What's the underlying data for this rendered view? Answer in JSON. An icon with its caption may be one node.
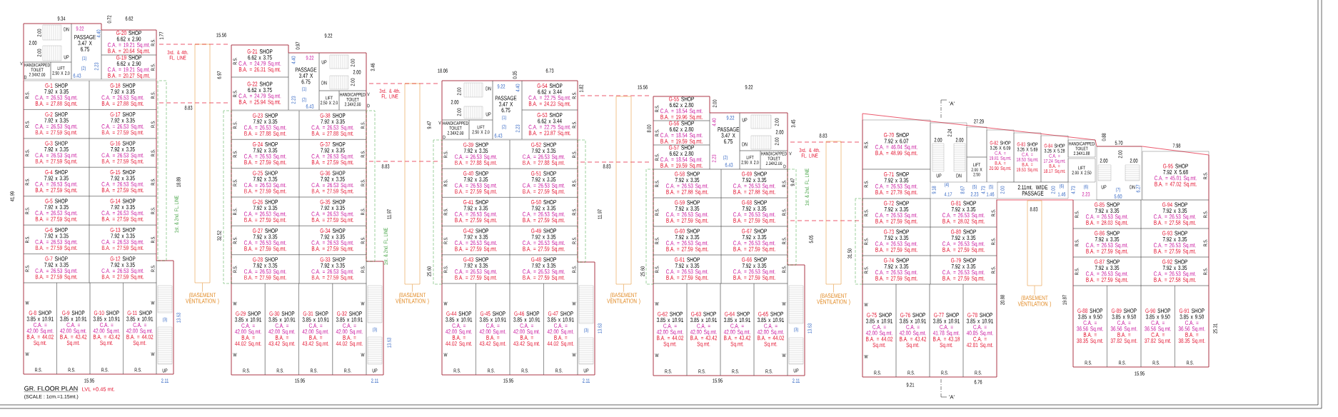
{
  "diagram": {
    "title": "GR. FLOOR PLAN",
    "nodes": [
      {
        "text": [
          "PASSAGE",
          "3.47 X 6.75"
        ]
      },
      {
        "text": [
          "HANDICAPPED TOILET",
          "2.34X2.00"
        ]
      },
      {
        "text": [
          "LIFT",
          "2.50 X 2.0"
        ]
      },
      {
        "text": [
          "G-20",
          "SHOP",
          "6.62 x 2.90",
          "C.A. = 19.21 Sq.mt.",
          "B.A. = 20.64 Sq.mt.",
          "R.S."
        ]
      },
      {
        "text": [
          "G-19",
          "SHOP",
          "6.62 x 2.90",
          "C.A. = 19.21 Sq.mt.",
          "B.A. = 20.27 Sq.mt.",
          "R.S."
        ]
      },
      {
        "text": [
          "G-1",
          "SHOP",
          "7.92 x 3.35",
          "C.A. = 26.53 Sq.mt.",
          "B.A. = 27.88 Sq.mt.",
          "R.S."
        ]
      },
      {
        "text": [
          "G-18",
          "SHOP",
          "7.92 x 3.35",
          "C.A. = 26.53 Sq.mt.",
          "B.A. = 27.88 Sq.mt.",
          "R.S."
        ]
      },
      {
        "text": [
          "G-2",
          "SHOP",
          "7.92 x 3.35",
          "C.A. = 26.53 Sq.mt.",
          "B.A. = 27.59 Sq.mt.",
          "R.S."
        ]
      },
      {
        "text": [
          "G-17",
          "SHOP",
          "7.92 x 3.35",
          "C.A. = 26.53 Sq.mt.",
          "B.A. = 27.59 Sq.mt.",
          "R.S."
        ]
      },
      {
        "text": [
          "G-3",
          "SHOP",
          "7.92 x 3.35",
          "C.A. = 26.53 Sq.mt.",
          "B.A. = 27.59 Sq.mt.",
          "R.S."
        ]
      },
      {
        "text": [
          "G-16",
          "SHOP",
          "7.92 x 3.35",
          "C.A. = 26.53 Sq.mt.",
          "B.A. = 27.59 Sq.mt.",
          "R.S."
        ]
      },
      {
        "text": [
          "G-4",
          "SHOP",
          "7.92 x 3.35",
          "C.A. = 26.53 Sq.mt.",
          "B.A. = 27.59 Sq.mt.",
          "R.S."
        ]
      },
      {
        "text": [
          "G-15",
          "SHOP",
          "7.92 x 3.35",
          "C.A. = 26.53 Sq.mt.",
          "B.A. = 27.59 Sq.mt.",
          "R.S."
        ]
      },
      {
        "text": [
          "G-5",
          "SHOP",
          "7.92 x 3.35",
          "C.A. = 26.53 Sq.mt.",
          "B.A. = 27.59 Sq.mt.",
          "R.S."
        ]
      },
      {
        "text": [
          "G-14",
          "SHOP",
          "7.92 x 3.35",
          "C.A. = 26.53 Sq.mt.",
          "B.A. = 27.59 Sq.mt.",
          "R.S."
        ]
      },
      {
        "text": [
          "G-6",
          "SHOP",
          "7.92 x 3.35",
          "C.A. = 26.53 Sq.mt.",
          "B.A. = 27.59 Sq.mt.",
          "R.S."
        ]
      },
      {
        "text": [
          "G-13",
          "SHOP",
          "7.92 x 3.35",
          "C.A. = 26.53 Sq.mt.",
          "B.A. = 27.59 Sq.mt.",
          "R.S."
        ]
      },
      {
        "text": [
          "G-7",
          "SHOP",
          "7.92 x 3.35",
          "C.A. = 26.53 Sq.mt.",
          "B.A. = 27.59 Sq.mt.",
          "R.S."
        ]
      },
      {
        "text": [
          "G-12",
          "SHOP",
          "7.92 x 3.35",
          "C.A. = 26.53 Sq.mt.",
          "B.A. = 27.59 Sq.mt.",
          "R.S."
        ]
      },
      {
        "text": [
          "G-8",
          "SHOP",
          "3.85 x 10.91",
          "C.A. = 42.00 Sq.mt.",
          "B.A. = 44.02 Sq.mt.",
          "R.S.",
          "W",
          "W"
        ]
      },
      {
        "text": [
          "G-9",
          "SHOP",
          "3.85 x 10.91",
          "C.A. = 42.00 Sq.mt.",
          "B.A. = 43.42 Sq.mt.",
          "R.S."
        ]
      },
      {
        "text": [
          "G-10",
          "SHOP",
          "3.85 x 10.91",
          "C.A. = 42.00 Sq.mt.",
          "B.A. = 43.42 Sq.mt.",
          "R.S."
        ]
      },
      {
        "text": [
          "G-11",
          "SHOP",
          "3.85 x 10.91",
          "C.A. = 42.00 Sq.mt.",
          "B.A. = 44.02 Sq.mt.",
          "R.S.",
          "W",
          "W"
        ]
      },
      {
        "text": [],
        "shape": "box"
      },
      {
        "text": [
          "(BASEMENT VENTILATION )"
        ]
      },
      {
        "text": [
          "G-21",
          "SHOP",
          "6.62 x 3.75",
          "C.A. = 24.79 Sq.mt.",
          "B.A. = 26.31 Sq.mt.",
          "R.S."
        ]
      },
      {
        "text": [
          "G-22",
          "SHOP",
          "6.62 x 3.75",
          "C.A. = 24.79 Sq.mt.",
          "B.A. = 25.94 Sq.mt.",
          "R.S."
        ]
      },
      {
        "text": [
          "PASSAGE",
          "3.47 X 6.75"
        ]
      },
      {
        "text": [
          "LIFT",
          "2.50 X 2.0"
        ]
      },
      {
        "text": [
          "HANDICAPPED TOILET",
          "2.34X2.00"
        ]
      },
      {
        "text": [
          "G-23",
          "SHOP",
          "7.92 x 3.35",
          "C.A. = 26.53 Sq.mt.",
          "B.A. = 27.88 Sq.mt.",
          "R.S."
        ]
      },
      {
        "text": [
          "G-38",
          "SHOP",
          "7.92 x 3.35",
          "C.A. = 26.53 Sq.mt.",
          "B.A. = 27.88 Sq.mt.",
          "R.S."
        ]
      },
      {
        "text": [
          "G-24",
          "SHOP",
          "7.92 x 3.35",
          "C.A. = 26.53 Sq.mt.",
          "B.A. = 27.59 Sq.mt.",
          "R.S."
        ]
      },
      {
        "text": [
          "G-37",
          "SHOP",
          "7.92 x 3.35",
          "C.A. = 26.53 Sq.mt.",
          "B.A. = 27.59 Sq.mt.",
          "R.S."
        ]
      },
      {
        "text": [
          "G-25",
          "SHOP",
          "7.92 x 3.35",
          "C.A. = 26.53 Sq.mt.",
          "B.A. = 27.59 Sq.mt.",
          "R.S."
        ]
      },
      {
        "text": [
          "G-36",
          "SHOP",
          "7.92 x 3.35",
          "C.A. = 26.53 Sq.mt.",
          "B.A. = 27.59 Sq.mt.",
          "R.S."
        ]
      },
      {
        "text": [
          "G-26",
          "SHOP",
          "7.92 x 3.35",
          "C.A. = 26.53 Sq.mt.",
          "B.A. = 27.59 Sq.mt.",
          "R.S."
        ]
      },
      {
        "text": [
          "G-35",
          "SHOP",
          "7.92 x 3.35",
          "C.A. = 26.53 Sq.mt.",
          "B.A. = 27.59 Sq.mt.",
          "R.S."
        ]
      },
      {
        "text": [
          "G-27",
          "SHOP",
          "7.92 x 3.35",
          "C.A. = 26.53 Sq.mt.",
          "B.A. = 27.59 Sq.mt.",
          "R.S."
        ]
      },
      {
        "text": [
          "G-34",
          "SHOP",
          "7.92 x 3.35",
          "C.A. = 26.53 Sq.mt.",
          "B.A. = 27.59 Sq.mt.",
          "R.S."
        ]
      },
      {
        "text": [
          "G-28",
          "SHOP",
          "7.92 x 3.35",
          "C.A. = 26.53 Sq.mt.",
          "B.A. = 27.59 Sq.mt.",
          "R.S."
        ]
      },
      {
        "text": [
          "G-33",
          "SHOP",
          "7.92 x 3.35",
          "C.A. = 26.53 Sq.mt.",
          "B.A. = 27.59 Sq.mt.",
          "R.S."
        ]
      },
      {
        "text": [
          "G-29",
          "SHOP",
          "3.85 x 10.91",
          "C.A. = 42.00 Sq.mt.",
          "B.A. = 44.02 Sq.mt.",
          "R.S.",
          "W",
          "W"
        ]
      },
      {
        "text": [
          "G-30",
          "SHOP",
          "3.85 x 10.91",
          "C.A. = 42.00 Sq.mt.",
          "B.A. = 43.42 Sq.mt.",
          "R.S."
        ]
      },
      {
        "text": [
          "G-31",
          "SHOP",
          "3.85 x 10.91",
          "C.A. = 42.00 Sq.mt.",
          "B.A. = 43.42 Sq.mt.",
          "R.S."
        ]
      },
      {
        "text": [
          "G-32",
          "SHOP",
          "3.85 x 10.91",
          "C.A. = 42.00 Sq.mt.",
          "B.A. = 44.02 Sq.mt.",
          "R.S.",
          "W",
          "W"
        ]
      },
      {
        "text": [],
        "shape": "box"
      },
      {
        "text": [
          "(BASEMENT VENTILATION )"
        ]
      },
      {
        "text": [
          "PASSAGE",
          "3.47 X 6.75"
        ]
      },
      {
        "text": [
          "HANDICAPPED TOILET",
          "2.34X2.00"
        ]
      },
      {
        "text": [
          "LIFT",
          "2.50 X 2.0"
        ]
      },
      {
        "text": [
          "G-54",
          "SHOP",
          "6.62 x 3.44",
          "C.A. = 22.75 Sq.mt.",
          "B.A. = 24.23 Sq.mt.",
          "R.S."
        ]
      },
      {
        "text": [
          "G-53",
          "SHOP",
          "6.62 x 3.44",
          "C.A. = 22.75 Sq.mt.",
          "B.A. = 23.87 Sq.mt.",
          "R.S."
        ]
      },
      {
        "text": [
          "G-39",
          "SHOP",
          "7.92 x 3.35",
          "C.A. = 26.53 Sq.mt.",
          "B.A. = 27.88 Sq.mt.",
          "R.S."
        ]
      },
      {
        "text": [
          "G-52",
          "SHOP",
          "7.92 x 3.35",
          "C.A. = 26.53 Sq.mt.",
          "B.A. = 27.88 Sq.mt.",
          "R.S."
        ]
      },
      {
        "text": [
          "G-40",
          "SHOP",
          "7.92 x 3.35",
          "C.A. = 26.53 Sq.mt.",
          "B.A. = 27.59 Sq.mt.",
          "R.S."
        ]
      },
      {
        "text": [
          "G-51",
          "SHOP",
          "7.92 x 3.35",
          "C.A. = 26.53 Sq.mt.",
          "B.A. = 27.59 Sq.mt.",
          "R.S."
        ]
      },
      {
        "text": [
          "G-41",
          "SHOP",
          "7.92 x 3.35",
          "C.A. = 26.53 Sq.mt.",
          "B.A. = 27.59 Sq.mt.",
          "R.S."
        ]
      },
      {
        "text": [
          "G-50",
          "SHOP",
          "7.92 x 3.35",
          "C.A. = 26.53 Sq.mt.",
          "B.A. = 27.59 Sq.mt.",
          "R.S."
        ]
      },
      {
        "text": [
          "G-42",
          "SHOP",
          "7.92 x 3.35",
          "C.A. = 26.53 Sq.mt.",
          "B.A. = 27.59 Sq.mt.",
          "R.S."
        ]
      },
      {
        "text": [
          "G-49",
          "SHOP",
          "7.92 x 3.35",
          "C.A. = 26.53 Sq.mt.",
          "B.A. = 27.59 Sq.mt.",
          "R.S."
        ]
      },
      {
        "text": [
          "G-43",
          "SHOP",
          "7.92 x 3.35",
          "C.A. = 26.53 Sq.mt.",
          "B.A. = 27.59 Sq.mt.",
          "R.S."
        ]
      },
      {
        "text": [
          "G-48",
          "SHOP",
          "7.92 x 3.35",
          "C.A. = 26.53 Sq.mt.",
          "B.A. = 27.59 Sq.mt.",
          "R.S."
        ]
      },
      {
        "text": [
          "G-44",
          "SHOP",
          "3.85 x 10.91",
          "C.A. = 42.00 Sq.mt.",
          "B.A. = 44.02 Sq.mt.",
          "R.S.",
          "W",
          "W"
        ]
      },
      {
        "text": [
          "G-45",
          "SHOP",
          "3.85 x 10.91",
          "C.A. = 42.00 Sq.mt.",
          "B.A. = 43.42 Sq.mt.",
          "R.S."
        ]
      },
      {
        "text": [
          "G-46",
          "SHOP",
          "3.85 x 10.91",
          "C.A. = 42.00 Sq.mt.",
          "B.A. = 43.42 Sq.mt.",
          "R.S."
        ]
      },
      {
        "text": [
          "G-47",
          "SHOP",
          "3.85 x 10.91",
          "C.A. = 42.00 Sq.mt.",
          "B.A. = 44.02 Sq.mt.",
          "R.S.",
          "W",
          "W"
        ]
      },
      {
        "text": [],
        "shape": "box"
      },
      {
        "text": [
          "(BASEMENT VENTILATION )"
        ]
      },
      {
        "text": [
          "G-55",
          "SHOP",
          "6.62 x 2.80",
          "C.A. = 18.54 Sq.mt.",
          "B.A. = 19.96 Sq.mt.",
          "R.S."
        ]
      },
      {
        "text": [
          "G-56",
          "SHOP",
          "6.62 x 2.80",
          "C.A. = 18.54 Sq.mt.",
          "B.A. = 19.59 Sq.mt.",
          "R.S."
        ]
      },
      {
        "text": [
          "G-57",
          "SHOP",
          "6.62 x 2.80",
          "C.A. = 18.54 Sq.mt.",
          "B.A. = 19.59 Sq.mt.",
          "R.S."
        ]
      },
      {
        "text": [
          "PASSAGE",
          "3.47 X 6.75"
        ]
      },
      {
        "text": [
          "LIFT",
          "2.50 X 2.0"
        ]
      },
      {
        "text": [
          "HANDICAPPED TOILET",
          "2.34X2.00"
        ]
      },
      {
        "text": [
          "G-58",
          "SHOP",
          "7.92 x 3.35",
          "C.A. = 26.53 Sq.mt.",
          "B.A. = 27.88 Sq.mt.",
          "R.S."
        ]
      },
      {
        "text": [
          "G-69",
          "SHOP",
          "7.92 x 3.35",
          "C.A. = 26.53 Sq.mt.",
          "B.A. = 27.88 Sq.mt.",
          "R.S."
        ]
      },
      {
        "text": [
          "G-59",
          "SHOP",
          "7.92 x 3.35",
          "C.A. = 26.53 Sq.mt.",
          "B.A. = 27.59 Sq.mt.",
          "R.S."
        ]
      },
      {
        "text": [
          "G-68",
          "SHOP",
          "7.92 x 3.35",
          "C.A. = 26.53 Sq.mt.",
          "B.A. = 27.59 Sq.mt.",
          "R.S."
        ]
      },
      {
        "text": [
          "G-60",
          "SHOP",
          "7.92 x 3.35",
          "C.A. = 26.53 Sq.mt.",
          "B.A. = 27.59 Sq.mt.",
          "R.S."
        ]
      },
      {
        "text": [
          "G-67",
          "SHOP",
          "7.92 x 3.35",
          "C.A. = 26.53 Sq.mt.",
          "B.A. = 27.59 Sq.mt.",
          "R.S."
        ]
      },
      {
        "text": [
          "G-61",
          "SHOP",
          "7.92 x 3.35",
          "C.A. = 26.53 Sq.mt.",
          "B.A. = 27.59 Sq.mt.",
          "R.S."
        ]
      },
      {
        "text": [
          "G-66",
          "SHOP",
          "7.92 x 3.35",
          "C.A. = 26.53 Sq.mt.",
          "B.A. = 27.59 Sq.mt.",
          "R.S."
        ]
      },
      {
        "text": [
          "G-62",
          "SHOP",
          "3.85 x 10.91",
          "C.A. = 42.00 Sq.mt.",
          "B.A. = 44.02 Sq.mt.",
          "R.S.",
          "W",
          "W"
        ]
      },
      {
        "text": [
          "G-63",
          "SHOP",
          "3.85 x 10.91",
          "C.A. = 42.00 Sq.mt.",
          "B.A. = 43.42 Sq.mt.",
          "R.S."
        ]
      },
      {
        "text": [
          "G-64",
          "SHOP",
          "3.85 x 10.91",
          "C.A. = 42.00 Sq.mt.",
          "B.A. = 43.42 Sq.mt.",
          "R.S."
        ]
      },
      {
        "text": [
          "G-65",
          "SHOP",
          "3.85 x 10.91",
          "C.A. = 42.00 Sq.mt.",
          "B.A. = 44.02 Sq.mt.",
          "R.S.",
          "W",
          "W"
        ]
      },
      {
        "text": [],
        "shape": "box"
      },
      {
        "text": [
          "(BASEMENT VENTILATION )"
        ]
      },
      {
        "text": [
          "G-70",
          "SHOP",
          "7.92 x 6.07",
          "C.A. = 46.04 Sq.mt.",
          "B.A. = 48.99 Sq.mt.",
          "R.S."
        ]
      },
      {
        "text": [
          "G-71",
          "SHOP",
          "7.92 x 3.35",
          "C.A. = 26.53 Sq.mt.",
          "B.A. = 27.78 Sq.mt.",
          "R.S."
        ]
      },
      {
        "text": [
          "LIFT",
          "2.00 X 2.50"
        ]
      },
      {
        "text": [
          "G-82",
          "SHOP",
          "3.26 X 6.09",
          "C.A. = 19.81 Sq.mt.",
          "B.A. = 20.90 Sq.mt."
        ]
      },
      {
        "text": [
          "G-83",
          "SHOP",
          "3.26 X 5.69",
          "C.A. = 18.53 Sq.mt.",
          "B.A. = 19.53 Sq.mt."
        ]
      },
      {
        "text": [
          "G-84",
          "SHOP",
          "3.26 X 5.28",
          "C.A. = 17.24 Sq.mt.",
          "B.A. = 18.17 Sq.mt."
        ]
      },
      {
        "text": [
          "HANDICAPPED TOILET",
          "2.34X1.88"
        ]
      },
      {
        "text": [
          "LIFT",
          "2.00 X 2.50"
        ]
      },
      {
        "text": [
          "2.11mt. WIDE PASSAGE"
        ]
      },
      {
        "text": [
          "G-72",
          "SHOP",
          "7.92 x 3.35",
          "C.A. = 26.53 Sq.mt.",
          "B.A. = 27.59 Sq.mt.",
          "R.S."
        ]
      },
      {
        "text": [
          "G-81",
          "SHOP",
          "7.92 x 3.35",
          "C.A. = 26.53 Sq.mt.",
          "B.A. = 28.02 Sq.mt.",
          "R.S."
        ]
      },
      {
        "text": [
          "G-73",
          "SHOP",
          "7.92 x 3.35",
          "C.A. = 26.53 Sq.mt.",
          "B.A. = 27.59 Sq.mt.",
          "R.S."
        ]
      },
      {
        "text": [
          "G-80",
          "SHOP",
          "7.92 x 3.35",
          "C.A. = 26.53 Sq.mt.",
          "B.A. = 27.59 Sq.mt.",
          "R.S."
        ]
      },
      {
        "text": [
          "G-74",
          "SHOP",
          "7.92 x 3.35",
          "C.A. = 26.53 Sq.mt.",
          "B.A. = 27.59 Sq.mt.",
          "R.S."
        ]
      },
      {
        "text": [
          "G-79",
          "SHOP",
          "7.92 x 3.35",
          "C.A. = 26.53 Sq.mt.",
          "B.A. = 27.59 Sq.mt.",
          "R.S."
        ]
      },
      {
        "text": [
          "G-75",
          "SHOP",
          "3.85 x 10.91",
          "C.A. = 42.00 Sq.mt.",
          "B.A. = 44.02 Sq.mt.",
          "R.S.",
          "W",
          "W"
        ]
      },
      {
        "text": [
          "G-76",
          "SHOP",
          "3.85 x 10.91",
          "C.A. = 42.00 Sq.mt.",
          "B.A. = 43.42 Sq.mt.",
          "R.S."
        ]
      },
      {
        "text": [
          "G-77",
          "SHOP",
          "3.85 x 10.91",
          "C.A. = 41.78 Sq.mt.",
          "B.A. = 43.18 Sq.mt.",
          "R.S."
        ]
      },
      {
        "text": [
          "G-78",
          "SHOP",
          "3.85 x 10.91",
          "C.A. = 40.85 Sq.mt.",
          "C.A. = 42.81 Sq.mt.",
          "R.S."
        ]
      },
      {
        "text": [],
        "shape": "box"
      },
      {
        "text": [
          "(BASEMENT VENTILATION )"
        ]
      },
      {
        "text": [
          "G-95",
          "SHOP",
          "7.92 X 5.68",
          "C.A. = 45.01 Sq.mt.",
          "B.A. = 47.02 Sq.mt.",
          "R.S."
        ]
      },
      {
        "text": [
          "G-85",
          "SHOP",
          "7.92 x 3.35",
          "C.A. = 26.53 Sq.mt.",
          "B.A. = 28.03 Sq.mt.",
          "R.S."
        ]
      },
      {
        "text": [
          "G-94",
          "SHOP",
          "7.92 x 3.35",
          "C.A. = 26.53 Sq.mt.",
          "B.A. = 27.58 Sq.mt.",
          "R.S."
        ]
      },
      {
        "text": [
          "G-86",
          "SHOP",
          "7.92 x 3.35",
          "C.A. = 26.53 Sq.mt.",
          "B.A. = 27.59 Sq.mt.",
          "R.S."
        ]
      },
      {
        "text": [
          "G-93",
          "SHOP",
          "7.92 x 3.35",
          "C.A. = 26.53 Sq.mt.",
          "B.A. = 27.59 Sq.mt.",
          "R.S."
        ]
      },
      {
        "text": [
          "G-87",
          "SHOP",
          "7.92 x 3.35",
          "C.A. = 26.53 Sq.mt.",
          "B.A. = 27.59 Sq.mt.",
          "R.S."
        ]
      },
      {
        "text": [
          "G-92",
          "SHOP",
          "7.92 x 3.35",
          "C.A. = 26.53 Sq.mt.",
          "B.A. = 27.58 Sq.mt.",
          "R.S."
        ]
      },
      {
        "text": [
          "G-88",
          "SHOP",
          "3.85 x 9.50",
          "C.A. = 36.56 Sq.mt.",
          "B.A. = 38.35 Sq.mt.",
          "R.S."
        ]
      },
      {
        "text": [
          "G-89",
          "SHOP",
          "3.85 x 9.50",
          "C.A. = 36.56 Sq.mt.",
          "B.A. = 37.82 Sq.mt.",
          "R.S."
        ]
      },
      {
        "text": [
          "G-90",
          "SHOP",
          "3.85 x 9.50",
          "C.A. = 36.56 Sq.mt.",
          "C.A. = 37.82 Sq.mt.",
          "R.S."
        ]
      },
      {
        "text": [
          "G-91",
          "SHOP",
          "3.85 x 9.50",
          "C.A. = 36.56 Sq.mt.",
          "B.A. = 38.35 Sq.mt.",
          "R.S."
        ]
      }
    ],
    "edges": [
      {
        "from": 24,
        "to": 23,
        "arrow": "none"
      },
      {
        "from": 47,
        "to": 46,
        "arrow": "none"
      },
      {
        "from": 68,
        "to": 67,
        "arrow": "none"
      },
      {
        "from": 88,
        "to": 87,
        "arrow": "none"
      },
      {
        "from": 109,
        "to": 108,
        "arrow": "none"
      }
    ],
    "labels": [
      "LVL +0.45 mt.",
      "(SCALE : 1cm.=1.15mt.)",
      "9.34",
      "0.72",
      "6.62",
      "1.77",
      "15.56",
      "6.97",
      "8.83",
      "18.89",
      "32.52",
      "41.99",
      "15.95",
      "2.11",
      "13.63",
      "9.22",
      "4.40",
      "2.23",
      "6.43",
      "(1)",
      "(2)",
      "DN",
      "UP",
      "2.00",
      "2.00",
      "2.00",
      "V",
      "D",
      "(3)",
      "UP",
      "3rd. & 4th. FL. LINE",
      "1st. & 2nd. FL. LINE",
      "9.22",
      "0.97",
      "3.46",
      "18.06",
      "9.47",
      "8.83",
      "11.97",
      "25.60",
      "15.95",
      "2.11",
      "13.63",
      "9.22",
      "4.40",
      "2.23",
      "6.43",
      "(1)",
      "(2)",
      "UP",
      "DN",
      "2.00",
      "2.00",
      "2.00",
      "V",
      "D",
      "(3)",
      "UP",
      "3rd. & 4th. FL. LINE",
      "1st. & 2nd. FL. LINE",
      "6.73",
      "0.35",
      "1.82",
      "15.56",
      "8.83",
      "11.97",
      "25.60",
      "15.95",
      "2.11",
      "13.63",
      "9.22",
      "4.40",
      "2.23",
      "6.43",
      "(1)",
      "(2)",
      "DN",
      "UP",
      "2.00",
      "2.00",
      "2.00",
      "V",
      "D",
      "(3)",
      "UP",
      "8.00",
      "9.22",
      "2.00",
      "3.45",
      "8.83",
      "9.47",
      "5.05",
      "31.50",
      "15.95",
      "2.11",
      "13.63",
      "9.22",
      "4.40",
      "2.23",
      "6.43",
      "(2)",
      "UP",
      "DN",
      "2.00",
      "2.00",
      "2.00",
      "V",
      "D",
      "(3)",
      "UP",
      "3rd. & 4th. FL. LINE",
      "1st. & 2nd. FL. LINE",
      "'A'",
      "'A'",
      "27.29",
      "2.00",
      "2.24",
      "2.00",
      "UP",
      "DN",
      "9.18",
      "(4)",
      "8.67",
      "4.17",
      "(5)",
      "4.73",
      "(5)",
      "2.23",
      "1.46",
      "2.00",
      "2.00",
      "(6)",
      "4.73",
      "(6)",
      "1.46",
      "2.23",
      "8.83",
      "20.88",
      "19.87",
      "9.21",
      "6.76",
      "0.88",
      "5.70",
      "7.98",
      "2.00",
      "2.00",
      "2.00",
      "UP",
      "(7)",
      "DN",
      "5.60",
      "6.27",
      "25.31",
      "15.95"
    ]
  }
}
